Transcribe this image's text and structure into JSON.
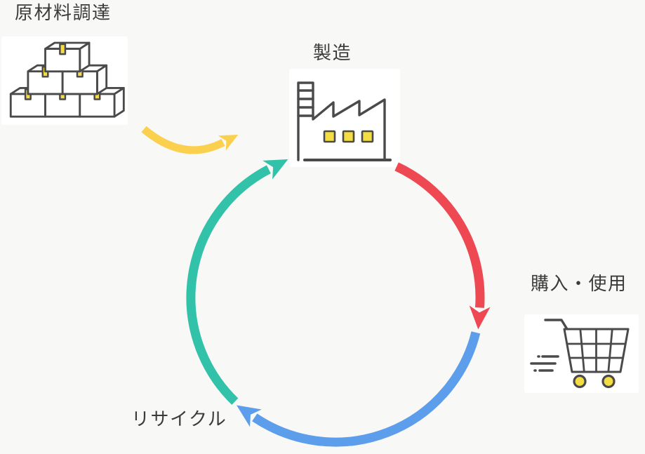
{
  "colors": {
    "background": "#f8f8f6",
    "card": "#ffffff",
    "outline": "#4a4a4a",
    "icon_yellow": "#f4dc43",
    "text": "#3b3b3b"
  },
  "stages": [
    {
      "label": "原材料調達",
      "icon": "cardboard-boxes-icon"
    },
    {
      "label": "製造",
      "icon": "factory-icon"
    },
    {
      "label": "購入・使用",
      "icon": "shopping-cart-icon"
    },
    {
      "label": "リサイクル",
      "icon": ""
    }
  ],
  "arrows": [
    {
      "name": "supply-arrow",
      "from": "原材料調達",
      "to": "製造",
      "color": "#fbd04e"
    },
    {
      "name": "cycle-arc-manufacture-to-purchase",
      "from": "製造",
      "to": "購入・使用",
      "color": "#ee4853"
    },
    {
      "name": "cycle-arc-purchase-to-recycle",
      "from": "購入・使用",
      "to": "リサイクル",
      "color": "#5c9dec"
    },
    {
      "name": "cycle-arc-recycle-to-manufacture",
      "from": "リサイクル",
      "to": "製造",
      "color": "#32c1a9"
    }
  ]
}
